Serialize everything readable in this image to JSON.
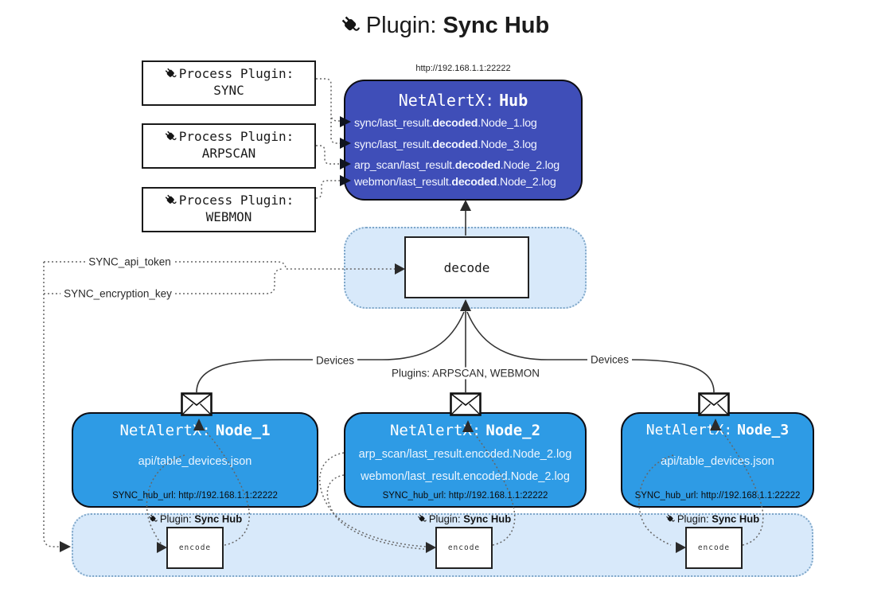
{
  "title": {
    "icon": "plug-icon",
    "text": "Plugin:",
    "bold": "Sync Hub"
  },
  "hub": {
    "url": "http://192.168.1.1:22222",
    "name_label": "NetAlertX:",
    "name_bold": "Hub",
    "logs": [
      {
        "pre": "sync/last_result.",
        "bold": "decoded",
        "post": ".Node_1.log"
      },
      {
        "pre": "sync/last_result.",
        "bold": "decoded",
        "post": ".Node_3.log"
      },
      {
        "pre": "arp_scan/last_result.",
        "bold": "decoded",
        "post": ".Node_2.log"
      },
      {
        "pre": "webmon/last_result.",
        "bold": "decoded",
        "post": ".Node_2.log"
      }
    ]
  },
  "process_plugins": [
    {
      "label": "Process Plugin:",
      "name": "SYNC"
    },
    {
      "label": "Process Plugin:",
      "name": "ARPSCAN"
    },
    {
      "label": "Process Plugin:",
      "name": "WEBMON"
    }
  ],
  "decode_label": "decode",
  "keys": {
    "api_token": "SYNC_api_token",
    "encryption_key": "SYNC_encryption_key"
  },
  "edge_labels": {
    "devices_left": "Devices",
    "plugins_mid": "Plugins: ARPSCAN, WEBMON",
    "devices_right": "Devices"
  },
  "nodes": [
    {
      "name_label": "NetAlertX:",
      "name_bold": "Node_1",
      "files": [
        "api/table_devices.json"
      ],
      "hub_url": "SYNC_hub_url: http://192.168.1.1:22222"
    },
    {
      "name_label": "NetAlertX:",
      "name_bold": "Node_2",
      "files": [
        "arp_scan/last_result.encoded.Node_2.log",
        "webmon/last_result.encoded.Node_2.log"
      ],
      "hub_url": "SYNC_hub_url: http://192.168.1.1:22222"
    },
    {
      "name_label": "NetAlertX:",
      "name_bold": "Node_3",
      "files": [
        "api/table_devices.json"
      ],
      "hub_url": "SYNC_hub_url: http://192.168.1.1:22222"
    }
  ],
  "encoders": [
    {
      "plugin_label": "Plugin:",
      "plugin_bold": "Sync Hub",
      "box_label": "encode"
    },
    {
      "plugin_label": "Plugin:",
      "plugin_bold": "Sync Hub",
      "box_label": "encode"
    },
    {
      "plugin_label": "Plugin:",
      "plugin_bold": "Sync Hub",
      "box_label": "encode"
    }
  ],
  "colors": {
    "hub_fill": "#3F4EB8",
    "node_fill": "#2E9BE5",
    "container_fill": "#D8E9FA",
    "container_border": "#7FA7C9"
  }
}
